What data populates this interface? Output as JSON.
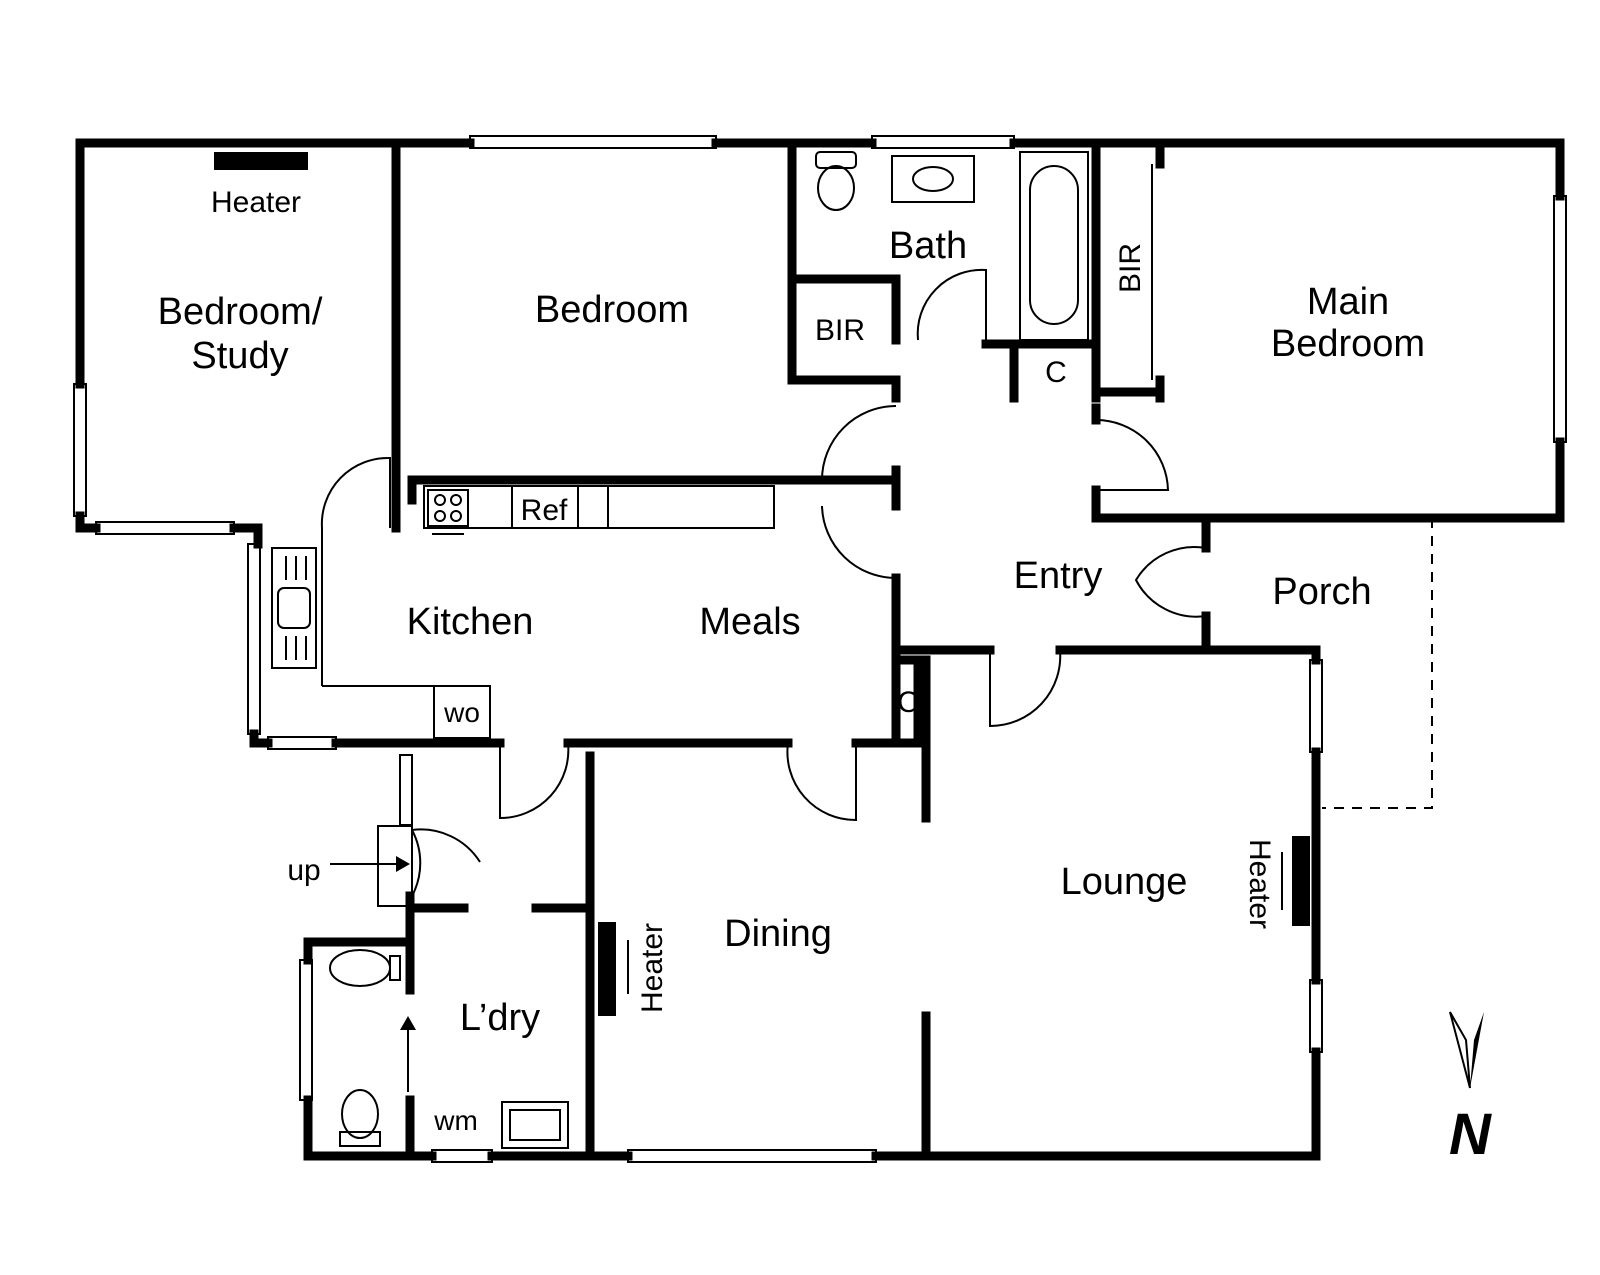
{
  "rooms": {
    "bedroom_study": [
      "Bedroom/",
      "Study"
    ],
    "bedroom": "Bedroom",
    "bath": "Bath",
    "bir_bedroom": "BIR",
    "bir_main": "BIR",
    "main_bedroom": [
      "Main",
      "Bedroom"
    ],
    "closet_entry": "C",
    "closet_meals": "C",
    "kitchen": "Kitchen",
    "meals": "Meals",
    "entry": "Entry",
    "porch": "Porch",
    "lounge": "Lounge",
    "dining": "Dining",
    "laundry": "L’dry"
  },
  "fixtures": {
    "heater_study": "Heater",
    "heater_dining": "Heater",
    "heater_lounge": "Heater",
    "ref": "Ref",
    "wall_oven": "wo",
    "washing_machine": "wm",
    "stairs_up": "up"
  },
  "compass": {
    "label": "N"
  }
}
